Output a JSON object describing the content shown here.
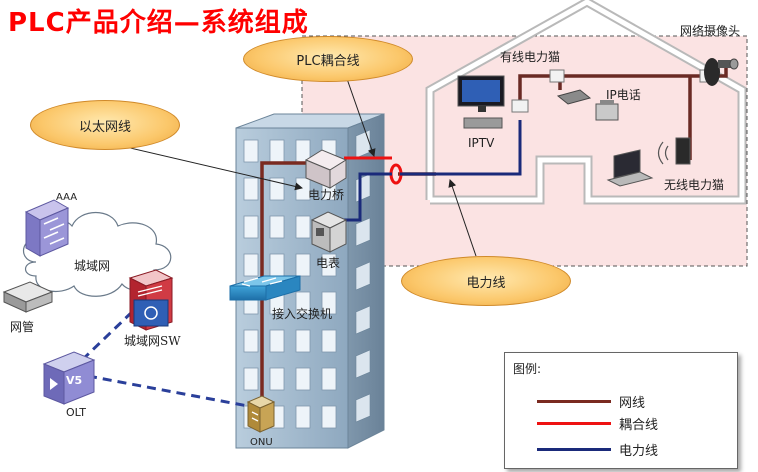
{
  "title": "PLC产品介绍—系统组成",
  "callouts": {
    "plc_coupling": "PLC耦合线",
    "ethernet": "以太网线",
    "power_line": "电力线"
  },
  "labels": {
    "aaa": "AAA",
    "metro_net": "城域网",
    "nms": "网管",
    "metro_sw": "城域网SW",
    "olt": "OLT",
    "olt_badge": "V5",
    "onu": "ONU",
    "access_switch": "接入交换机",
    "power_bridge": "电力桥",
    "meter": "电表",
    "wired_modem": "有线电力猫",
    "network_camera": "网络摄像头",
    "ip_phone": "IP电话",
    "iptv": "IPTV",
    "wireless_modem": "无线电力猫"
  },
  "legend": {
    "title": "图例:",
    "items": [
      {
        "label": "网线",
        "color": "#7a2a20"
      },
      {
        "label": "耦合线",
        "color": "#ee1111"
      },
      {
        "label": "电力线",
        "color": "#1a2a7a"
      }
    ]
  },
  "colors": {
    "ethernet_line": "#7a2a20",
    "coupling_line": "#ee1111",
    "power_line": "#1a2a7a",
    "dashed_link": "#2a3f9a",
    "home_area": "#fbe3e3",
    "building": "#9cb4c8",
    "title": "#ff0000"
  }
}
